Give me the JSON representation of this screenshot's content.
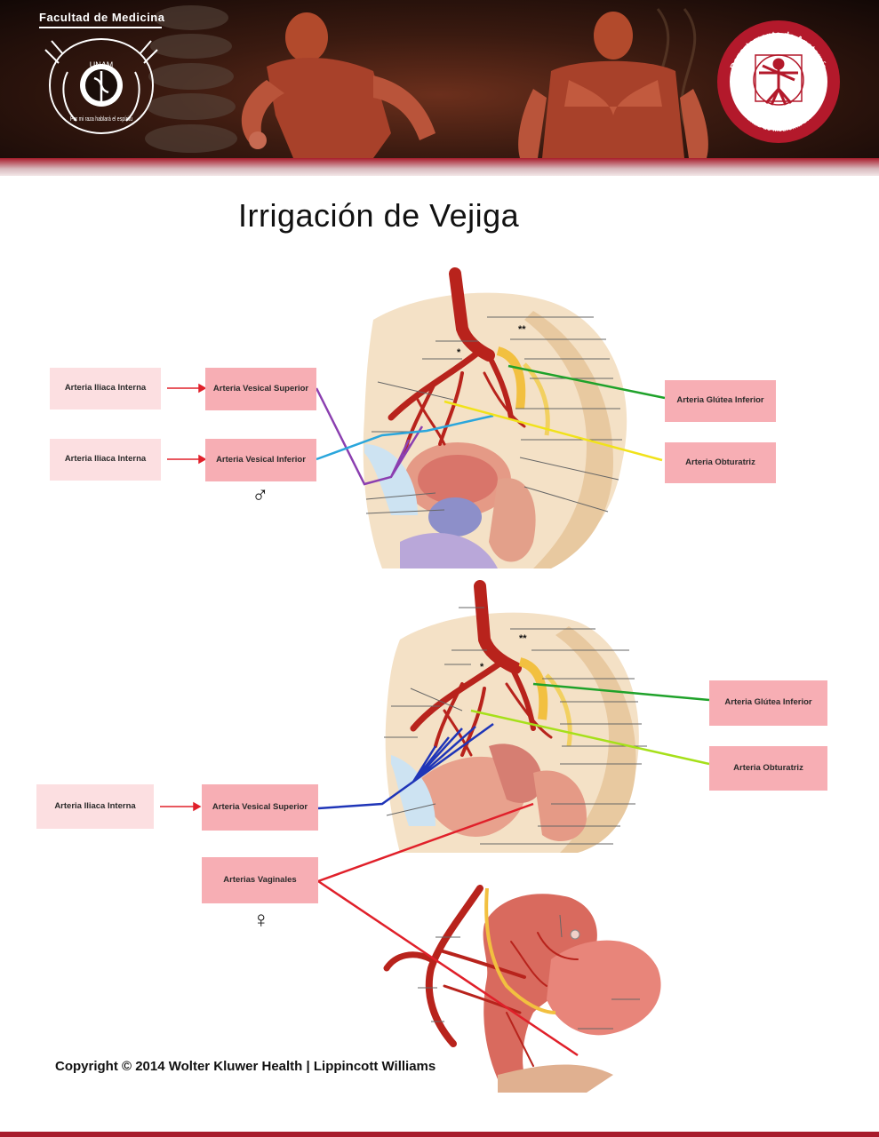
{
  "header": {
    "faculty_name": "Facultad de Medicina",
    "unam_seal": {
      "top_text": "UNAM",
      "motto": "Por mi raza hablará el espíritu"
    },
    "department_seal": {
      "top_text": "Departamento de Anatomía",
      "bottom_text": "Facultad de Medicina UNAM"
    }
  },
  "title": "Irrigación de Vejiga",
  "male_section": {
    "symbol": "♂",
    "left_boxes": [
      {
        "origin": "Arteria Iliaca Interna",
        "artery": "Arteria Vesical Superior",
        "line_color": "#8b3fb0"
      },
      {
        "origin": "Arteria Iliaca Interna",
        "artery": "Arteria Vesical Inferior",
        "line_color": "#2aa6dc"
      }
    ],
    "right_boxes": [
      {
        "artery": "Arteria Glútea Inferior",
        "line_color": "#1fa22a"
      },
      {
        "artery": "Arteria Obturatriz",
        "line_color": "#f1e21a"
      }
    ]
  },
  "female_section": {
    "symbol": "♀",
    "left_boxes": [
      {
        "origin": "Arteria Iliaca Interna",
        "artery": "Arteria Vesical Superior",
        "line_color": "#1f35b8"
      },
      {
        "artery": "Arterias Vaginales",
        "line_color": "#e0202a"
      }
    ],
    "right_boxes": [
      {
        "artery": "Arteria Glútea Inferior",
        "line_color": "#1fa22a"
      },
      {
        "artery": "Arteria Obturatriz",
        "line_color": "#a6e01a"
      }
    ]
  },
  "figure_marks": {
    "double_star": "**",
    "single_star": "*"
  },
  "copyright": "Copyright © 2014 Wolter Kluwer Health | Lippincott Williams",
  "colors": {
    "brand_red": "#a81c2c",
    "box_light": "#fcdfe1",
    "box_dark": "#f7aeb4",
    "artery_red": "#c0392b"
  }
}
